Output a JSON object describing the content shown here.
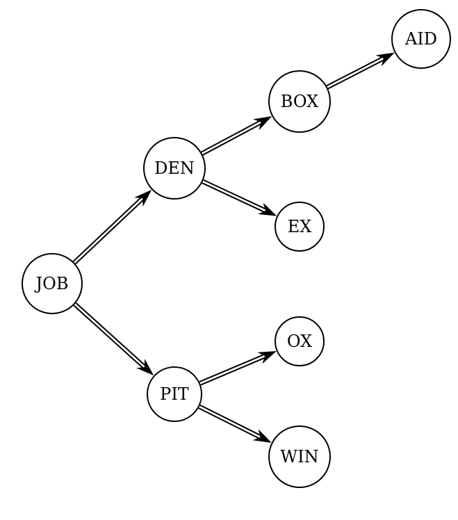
{
  "diagram": {
    "colors": {
      "stroke": "#000000",
      "fill": "#ffffff",
      "text": "#000000"
    },
    "nodes": [
      {
        "id": "job",
        "label": "JOB"
      },
      {
        "id": "den",
        "label": "DEN"
      },
      {
        "id": "pit",
        "label": "PIT"
      },
      {
        "id": "box",
        "label": "BOX"
      },
      {
        "id": "ex",
        "label": "EX"
      },
      {
        "id": "ox",
        "label": "OX"
      },
      {
        "id": "win",
        "label": "WIN"
      },
      {
        "id": "aid",
        "label": "AID"
      }
    ],
    "edges": [
      {
        "from": "job",
        "to": "den",
        "style": "double-arrow"
      },
      {
        "from": "job",
        "to": "pit",
        "style": "double-arrow"
      },
      {
        "from": "den",
        "to": "box",
        "style": "double-arrow"
      },
      {
        "from": "den",
        "to": "ex",
        "style": "double-arrow"
      },
      {
        "from": "box",
        "to": "aid",
        "style": "double-arrow"
      },
      {
        "from": "pit",
        "to": "ox",
        "style": "double-arrow"
      },
      {
        "from": "pit",
        "to": "win",
        "style": "double-arrow"
      }
    ]
  }
}
